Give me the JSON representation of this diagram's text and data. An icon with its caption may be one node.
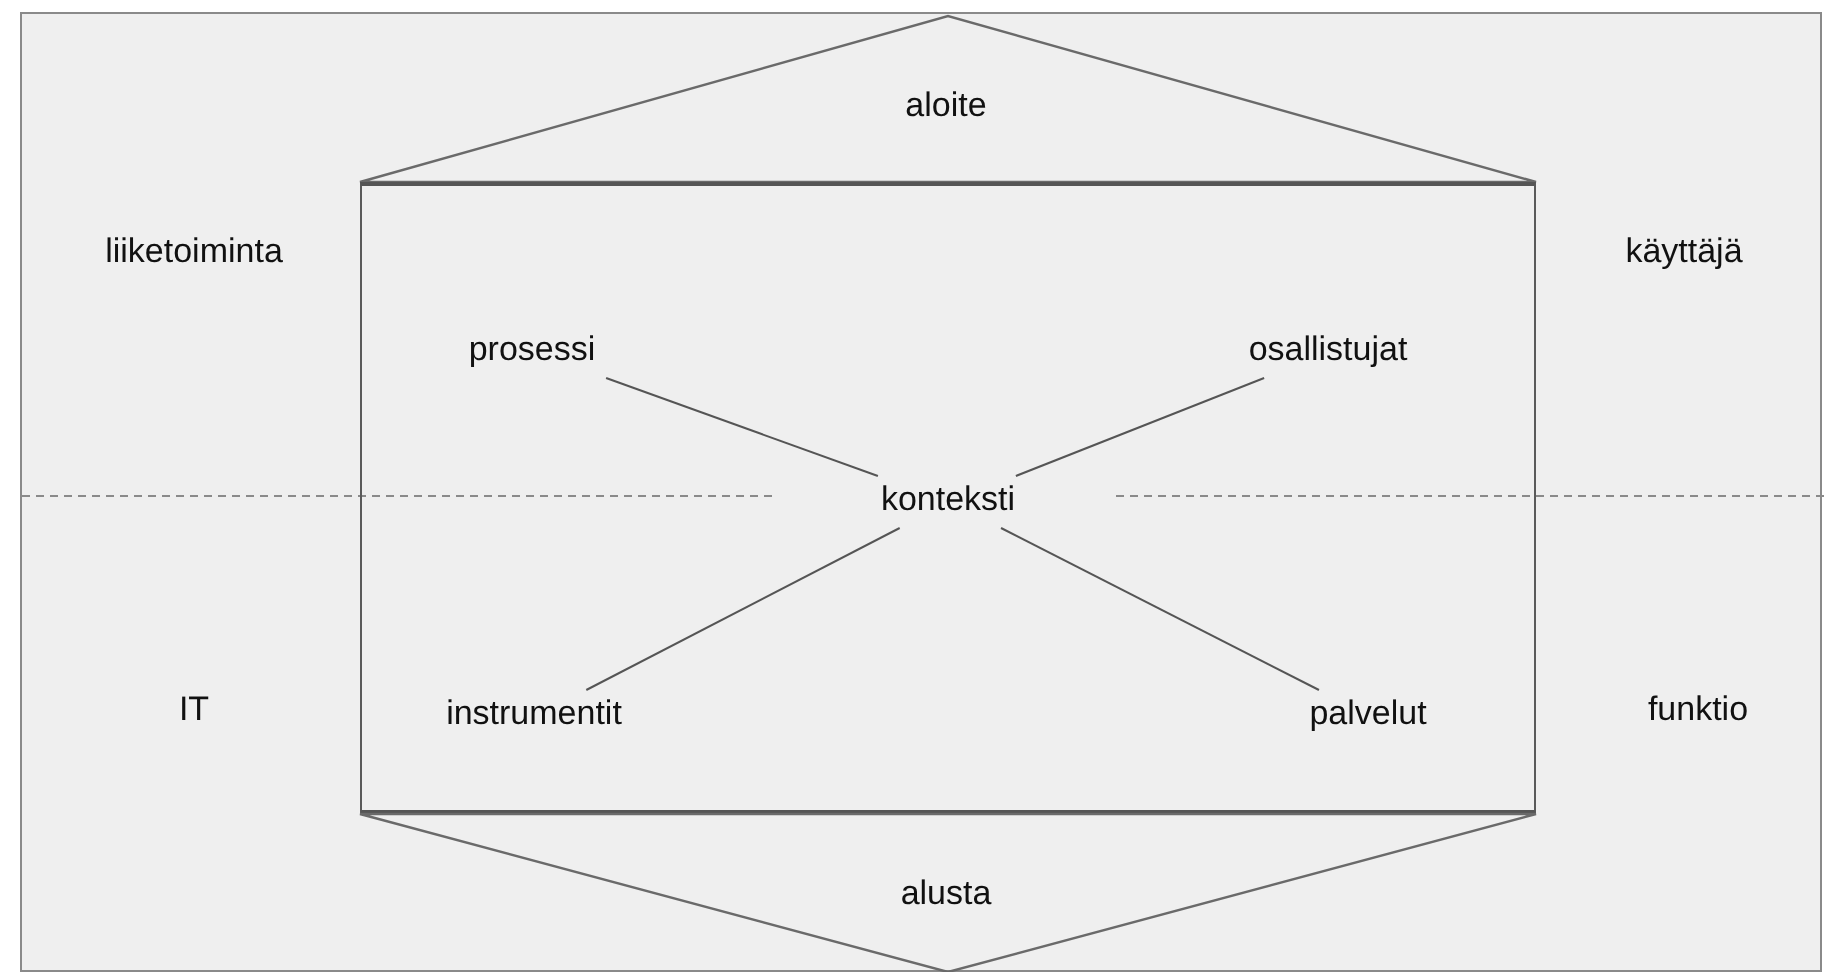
{
  "diagram": {
    "nodes": [
      {
        "text": [
          "aloite"
        ]
      },
      {
        "text": [],
        "shape": "box"
      },
      {
        "text": [
          "prosessi"
        ],
        "in": 1
      },
      {
        "text": [
          "osallistujat"
        ],
        "in": 1
      },
      {
        "text": [
          "konteksti"
        ],
        "in": 1
      },
      {
        "text": [
          "instrumentit"
        ],
        "in": 1
      },
      {
        "text": [
          "palvelut"
        ],
        "in": 1
      },
      {
        "text": [
          "alusta"
        ]
      }
    ],
    "edges": [
      {
        "from": 4,
        "to": 2,
        "arrow": "none"
      },
      {
        "from": 4,
        "to": 3,
        "arrow": "none"
      },
      {
        "from": 4,
        "to": 5,
        "arrow": "none"
      },
      {
        "from": 4,
        "to": 6,
        "arrow": "none"
      }
    ],
    "labels": [
      "liiketoiminta",
      "käyttäjä",
      "IT",
      "funktio"
    ]
  }
}
